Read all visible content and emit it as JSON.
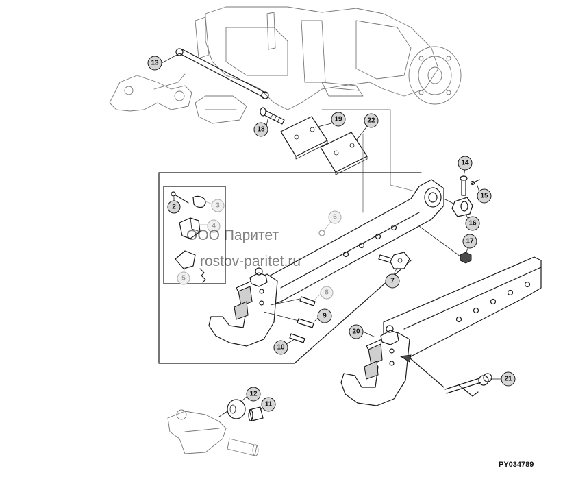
{
  "watermark": {
    "line1": "ООО Паритет",
    "line2": "rostov-paritet.ru"
  },
  "figure_code": "PY034789",
  "callouts": [
    {
      "id": "c1",
      "label": "13"
    },
    {
      "id": "c2",
      "label": "18"
    },
    {
      "id": "c3",
      "label": "19"
    },
    {
      "id": "c4",
      "label": "22"
    },
    {
      "id": "c5",
      "label": "14"
    },
    {
      "id": "c6",
      "label": "15"
    },
    {
      "id": "c7",
      "label": "16"
    },
    {
      "id": "c8",
      "label": "17"
    },
    {
      "id": "c9",
      "label": "2"
    },
    {
      "id": "c10",
      "label": "3"
    },
    {
      "id": "c11",
      "label": "4"
    },
    {
      "id": "c12",
      "label": "5"
    },
    {
      "id": "c13",
      "label": "6"
    },
    {
      "id": "c14",
      "label": "7"
    },
    {
      "id": "c15",
      "label": "8"
    },
    {
      "id": "c16",
      "label": "9"
    },
    {
      "id": "c17",
      "label": "10"
    },
    {
      "id": "c18",
      "label": "20"
    },
    {
      "id": "c19",
      "label": "21"
    },
    {
      "id": "c20",
      "label": "12"
    },
    {
      "id": "c21",
      "label": "11"
    }
  ]
}
